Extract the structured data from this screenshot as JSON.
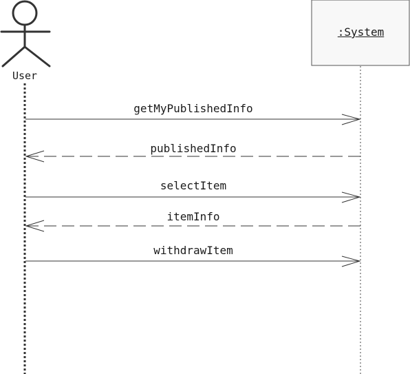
{
  "actor": {
    "name": "User"
  },
  "system": {
    "name": ":System"
  },
  "messages": [
    {
      "label": "getMyPublishedInfo",
      "kind": "call"
    },
    {
      "label": "publishedInfo",
      "kind": "return"
    },
    {
      "label": "selectItem",
      "kind": "call"
    },
    {
      "label": "itemInfo",
      "kind": "return"
    },
    {
      "label": "withdrawItem",
      "kind": "call"
    }
  ],
  "colors": {
    "line": "#333333",
    "box_fill": "#f8f8f8"
  }
}
